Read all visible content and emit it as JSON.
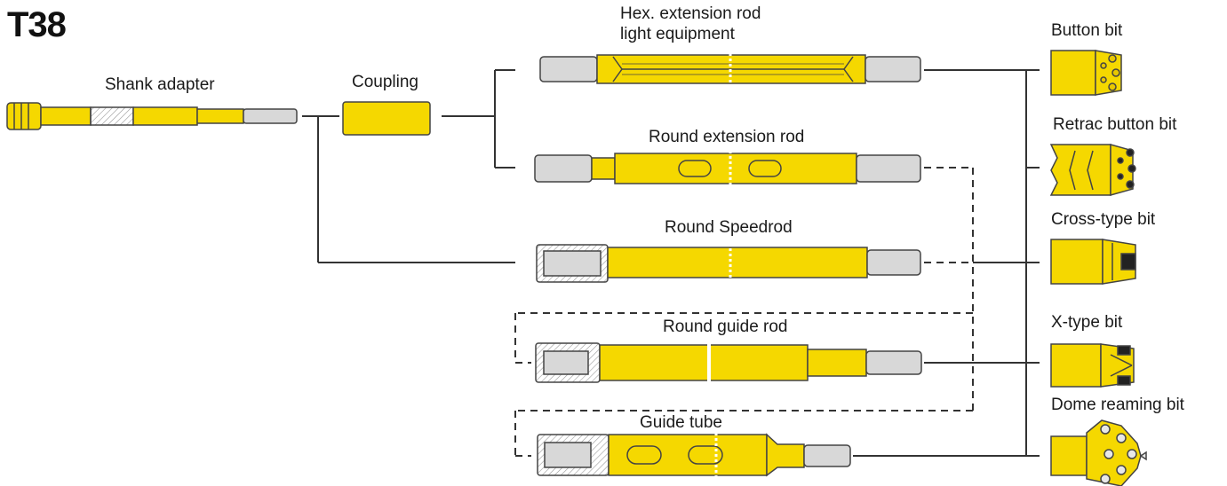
{
  "title": "T38",
  "labels": {
    "shank_adapter": "Shank adapter",
    "coupling": "Coupling",
    "hex_rod_line1": "Hex. extension rod",
    "hex_rod_line2": "light equipment",
    "round_extension_rod": "Round extension rod",
    "round_speedrod": "Round Speedrod",
    "round_guide_rod": "Round guide rod",
    "guide_tube": "Guide tube",
    "button_bit": "Button bit",
    "retrac_button_bit": "Retrac button bit",
    "cross_type_bit": "Cross-type bit",
    "x_type_bit": "X-type bit",
    "dome_reaming_bit": "Dome reaming bit"
  },
  "colors": {
    "steel_yellow": "#f5d800",
    "thread_gray": "#d8d8d8",
    "outline": "#444444",
    "line": "#333333"
  }
}
